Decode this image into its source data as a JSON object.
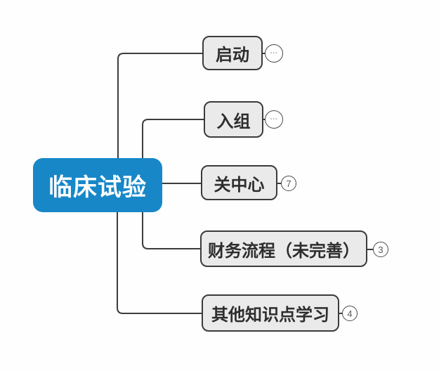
{
  "mindmap": {
    "root": {
      "label": "临床试验"
    },
    "children": [
      {
        "label": "启动",
        "badge": "···",
        "badge_type": "collapsed"
      },
      {
        "label": "入组",
        "badge": "···",
        "badge_type": "collapsed"
      },
      {
        "label": "关中心",
        "badge": "7",
        "badge_type": "child-count"
      },
      {
        "label": "财务流程（未完善）",
        "badge": "3",
        "badge_type": "child-count"
      },
      {
        "label": "其他知识点学习",
        "badge": "4",
        "badge_type": "child-count"
      }
    ],
    "colors": {
      "root_fill": "#1787c8",
      "root_text": "#ffffff",
      "child_fill": "#eaeaea",
      "child_border": "#3b3b3b",
      "child_text": "#2d2d2d",
      "connector": "#3c3c3c",
      "badge_fill": "#ffffff",
      "badge_border": "#4a4a4a",
      "badge_count_text": "#5a5a5a",
      "badge_dots_text": "#a9a9a9",
      "background": "#fefefe"
    }
  }
}
